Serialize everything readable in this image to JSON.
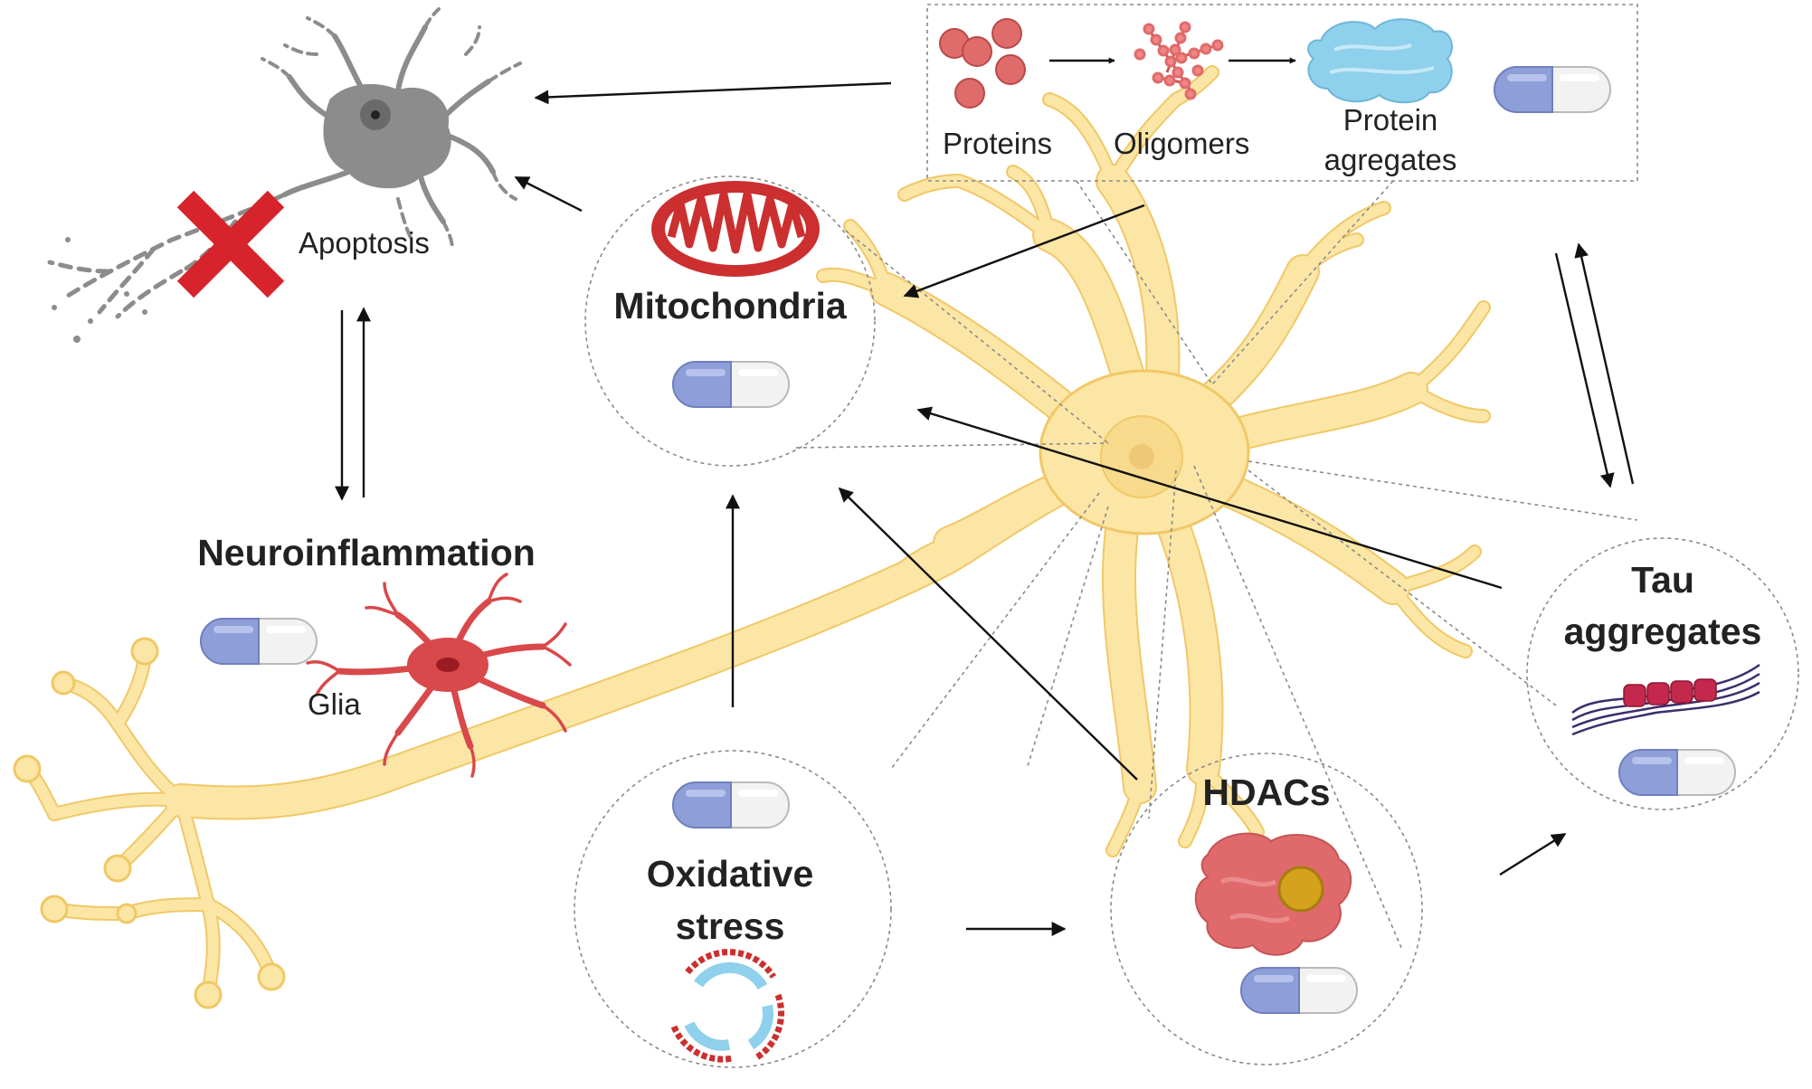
{
  "labels": {
    "apoptosis": "Apoptosis",
    "neuroinflammation": "Neuroinflammation",
    "glia": "Glia",
    "mitochondria": "Mitochondria",
    "proteins": "Proteins",
    "oligomers": "Oligomers",
    "protein_aggregates_line1": "Protein",
    "protein_aggregates_line2": "agregates",
    "tau_line1": "Tau",
    "tau_line2": "aggregates",
    "oxidative_line1": "Oxidative",
    "oxidative_line2": "stress",
    "hdacs": "HDACs"
  },
  "colors": {
    "neuron_fill": "#fce6a6",
    "neuron_stroke": "#f0c866",
    "nucleus": "#f7d37e",
    "apoptotic_neuron": "#8c8c8c",
    "cross": "#d7232b",
    "glia": "#d9484a",
    "mitochondria": "#cc2f2f",
    "protein_red": "#e06b6b",
    "aggregate_blue": "#8fd0ec",
    "pill_blue": "#8e9ed8",
    "pill_white": "#f2f2f2",
    "hdac_enzyme": "#e0696b",
    "hdac_ligand": "#d4a21c",
    "tau_strand": "#3c2d6b",
    "tau_beads": "#c4284c"
  },
  "icons": [
    "neuron",
    "apoptotic-neuron",
    "cross-mark",
    "glia-cell",
    "mitochondrion",
    "protein-monomer",
    "oligomer",
    "protein-aggregate",
    "tau-fibril",
    "lipid-membrane",
    "hdac-enzyme",
    "pill-capsule"
  ]
}
